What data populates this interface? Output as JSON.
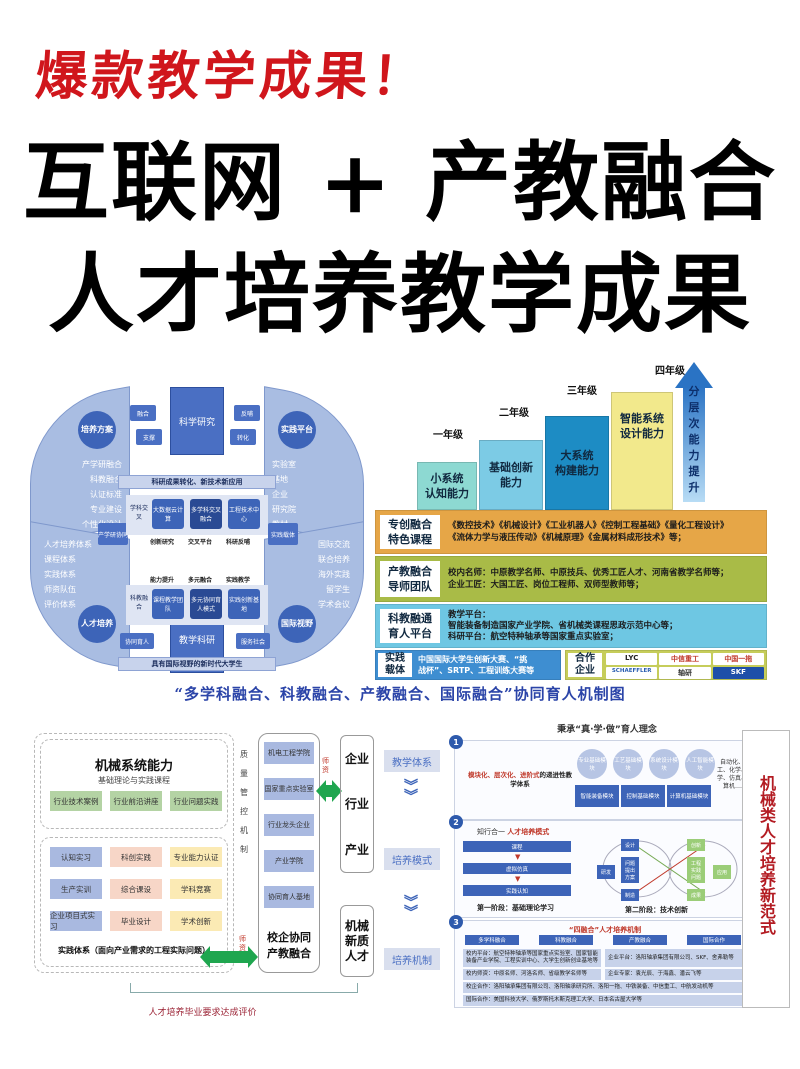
{
  "header": {
    "tagline": "爆款教学成果！",
    "title_line1": "互联网 + 产教融合",
    "title_line2": "人才培养教学成果"
  },
  "colors": {
    "tagline_red": "#d0161c",
    "caption_blue": "#2b44a8",
    "diagram_blue": "#4a6fc3",
    "arc_light_blue": "#a9bde2",
    "course_orange": "#e6a647",
    "team_olive": "#a9bb47",
    "platform_cyan": "#6ec7e3",
    "practice_blue": "#3e8ed1",
    "arrow_green": "#1fa64f",
    "paradigm_red": "#b31b22"
  },
  "circle_diagram": {
    "top_box": "科学研究",
    "bottom_box": "教学科研",
    "band_top": "科研成果转化、新技术新应用",
    "band_bottom": "具有国际视野的新时代大学生",
    "arcs": {
      "top_left": {
        "badge": "培养方案",
        "items": [
          "产学研融合",
          "科教融合",
          "认证标准",
          "专业建设",
          "个性化设计"
        ]
      },
      "bottom_left": {
        "badge": "人才培养",
        "items": [
          "人才培养体系",
          "课程体系",
          "实践体系",
          "师资队伍",
          "评价体系"
        ]
      },
      "top_right": {
        "badge": "实践平台",
        "items": [
          "实验室",
          "基地",
          "企业",
          "研究院",
          "教材"
        ]
      },
      "bottom_right": {
        "badge": "国际视野",
        "items": [
          "国际交流",
          "联合培养",
          "海外实践",
          "留学生",
          "学术会议"
        ]
      }
    },
    "side_chips": {
      "left": "产学研协同",
      "right": "实践载体"
    },
    "arrow_labels": [
      "融合",
      "支撑",
      "反哺",
      "转化",
      "协同育人",
      "服务社会"
    ],
    "inner_top": {
      "label": "学科交叉",
      "cells": [
        "大数据云计算",
        "多学科交叉融合",
        "工程技术中心"
      ],
      "captions": [
        "创新研究",
        "交叉平台",
        "科研反哺"
      ]
    },
    "inner_bottom": {
      "label": "科教融合",
      "cells": [
        "课程教学团队",
        "多元协同育人模式",
        "实践创新基地"
      ],
      "captions": [
        "能力提升",
        "多元融合",
        "实践教学"
      ]
    }
  },
  "stairs_diagram": {
    "grades": [
      {
        "label": "一年级",
        "ability": "小系统\n认知能力",
        "color": "#8dd9d2"
      },
      {
        "label": "二年级",
        "ability": "基础创新\n能力",
        "color": "#7ccbe5"
      },
      {
        "label": "三年级",
        "ability": "大系统\n构建能力",
        "color": "#1d8cc4"
      },
      {
        "label": "四年级",
        "ability": "智能系统\n设计能力",
        "color": "#f2e98c"
      }
    ],
    "progress_arrow": "分层次能力提升",
    "layers": {
      "course": {
        "title": "专创融合\n特色课程",
        "lines": [
          "《数控技术》《机械设计》《工业机器人》《控制工程基础》《量化工程设计》",
          "《流体力学与液压传动》《机械原理》《金属材料成形技术》等；"
        ]
      },
      "team": {
        "title": "产教融合\n导师团队",
        "lines": [
          "校内名师：中原教学名师、中原技兵、优秀工匠人才、河南省教学名师等；",
          "企业工匠：大国工匠、岗位工程师、双师型教师等；"
        ]
      },
      "platform": {
        "title": "科教融通\n育人平台",
        "lines": [
          "教学平台：",
          "智能装备制造国家产业学院、省机械类课程思政示范中心等；",
          "科研平台：航空特种轴承等国家重点实验室；"
        ]
      },
      "practice": {
        "title": "实践\n载体",
        "lines": [
          "中国国际大学生创新大赛、“挑",
          "战杯”、SRTP、工程训练大赛等"
        ]
      },
      "partner": {
        "title": "合作\n企业",
        "logos": [
          "LYC",
          "中信重工",
          "中国一拖",
          "SCHAEFFLER",
          "轴研",
          "SKF"
        ]
      }
    }
  },
  "caption": "“多学科融合、科教融合、产教融合、国际融合”协同育人机制图",
  "framework_diagram": {
    "title": "机械系统能力",
    "subtitle": "基础理论与实践课程",
    "top_chips": [
      "行业技术案例",
      "行业前沿讲座",
      "行业问题实践"
    ],
    "grid_chips": [
      [
        "认知实习",
        "科创实践",
        "专业能力认证"
      ],
      [
        "生产实训",
        "综合课设",
        "学科竞赛"
      ],
      [
        "企业项目式实习",
        "毕业设计",
        "学术创新"
      ]
    ],
    "practice_label": "实践体系（面向产业需求的工程实际问题）",
    "vertical_text": "质量管控机制",
    "mid_chips": [
      "机电工程学院",
      "国家重点实验室",
      "行业龙头企业",
      "产业学院",
      "协同育人基地"
    ],
    "mid_bottom": "校企协同\n产教融合",
    "shared_label": "师资",
    "right_top": [
      "企业",
      "行业",
      "产业"
    ],
    "right_bottom": "机械\n新质\n人才",
    "evaluation": "人才培养毕业要求达成评价"
  },
  "paradigm_diagram": {
    "header": "秉承“真·学·做”育人理念",
    "side_tags": [
      "教学体系",
      "培养模式",
      "培养机制"
    ],
    "vertical_title": "机械类人才培养新范式",
    "panel1": {
      "num": "1",
      "text_red": "模块化、层次化、进阶式",
      "text_black": "的递进性教学体系",
      "bubbles": [
        "专业基础模块",
        "工艺基础模块",
        "系统设计模块",
        "人工智能模块"
      ],
      "rects": [
        "智能装备模块",
        "控制基础模块",
        "计算机基础模块"
      ],
      "side_note": "自动化、化工、化学、数学、仿真、计算机……"
    },
    "panel2": {
      "num": "2",
      "title_gray": "知行合一",
      "title_red": "人才培养模式",
      "flow": [
        "课程",
        "虚拟仿真",
        "实践认知"
      ],
      "stage1": "第一阶段：基础理论学习",
      "stage2": "第二阶段：技术创新",
      "left_nodes": [
        "设计",
        "问题\n提出\n方案",
        "制造",
        "研发"
      ],
      "right_nodes": [
        "创新",
        "工程\n实践\n问题",
        "应用",
        "成果"
      ]
    },
    "panel3": {
      "num": "3",
      "title": "“四融合”人才培养机制",
      "heads": [
        "多学科融合",
        "科教融合",
        "产教融合",
        "国际合作"
      ],
      "rows": [
        {
          "left": "校内平台：航空特种轴承等国家重点实验室、国家智能装备产业学院、工程实训中心、大学生创新创业基地等",
          "right": "企业平台：洛阳轴承集团有限公司、SKF、舍弗勒等"
        },
        {
          "left": "校内师资：中原名师、河洛名师、省级教学名师等",
          "right": "企业专家：袁光辰、于海鑫、潘云飞等"
        },
        {
          "full": "校企合作：洛阳轴承集团有限公司、洛阳轴承研究所、洛阳一拖、中铁装备、中信重工、中航发动机等"
        },
        {
          "full": "国际合作：美国科技大学、俄罗斯托木斯克理工大学、日本名古屋大学等"
        }
      ]
    }
  }
}
